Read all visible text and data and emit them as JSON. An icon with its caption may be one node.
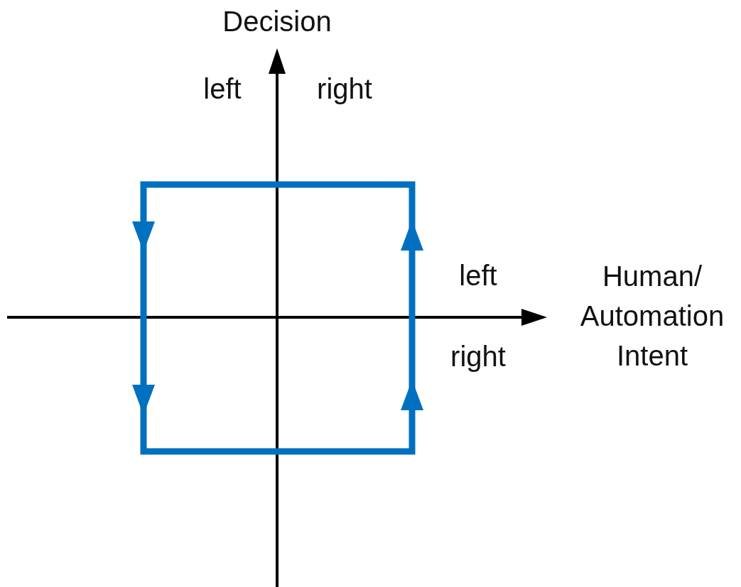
{
  "diagram": {
    "labels": [
      "Decision",
      "left",
      "right",
      "left",
      "Human/ Automation Intent",
      "right"
    ]
  }
}
